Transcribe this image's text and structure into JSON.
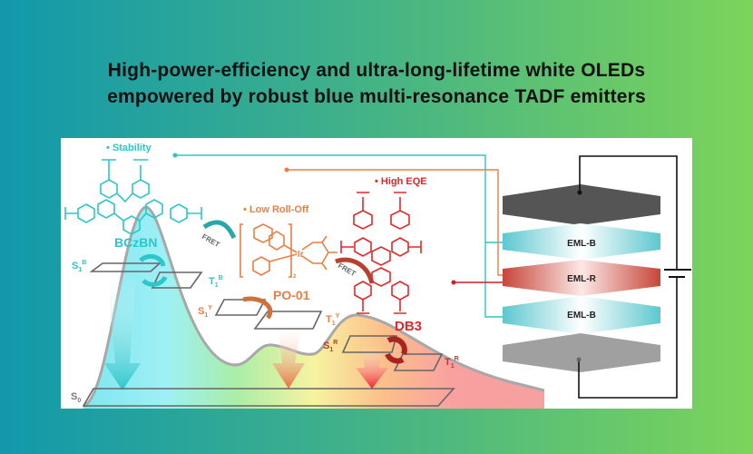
{
  "title": {
    "line1": "High-power-efficiency and ultra-long-lifetime white OLEDs",
    "line2": "empowered by robust blue multi-resonance TADF emitters"
  },
  "labels": {
    "stability": "• Stability",
    "low_rolloff": "• Low Roll-Off",
    "high_eqe": "• High EQE",
    "bczbn": "BCzBN",
    "po01": "PO-01",
    "db3": "DB3",
    "fret1": "FRET",
    "fret2": "FRET",
    "s0": "S",
    "s0_sub": "0",
    "s1b": "S",
    "s1b_sub": "1",
    "s1b_sup": "B",
    "t1b": "T",
    "t1b_sub": "1",
    "t1b_sup": "B",
    "s1y": "S",
    "s1y_sub": "1",
    "s1y_sup": "Y",
    "t1y": "T",
    "t1y_sub": "1",
    "t1y_sup": "Y",
    "s1r": "S",
    "s1r_sub": "1",
    "s1r_sup": "R",
    "t1r": "T",
    "t1r_sub": "1",
    "t1r_sup": "R",
    "ir": "Ir",
    "sub2": "2"
  },
  "device": {
    "layers": [
      "EML-B",
      "EML-R",
      "EML-B"
    ]
  },
  "colors": {
    "blue": "#2cc6cb",
    "orange": "#ef7d3f",
    "red": "#e8262a",
    "dark": "#555555",
    "gray": "#a0a0a0"
  }
}
